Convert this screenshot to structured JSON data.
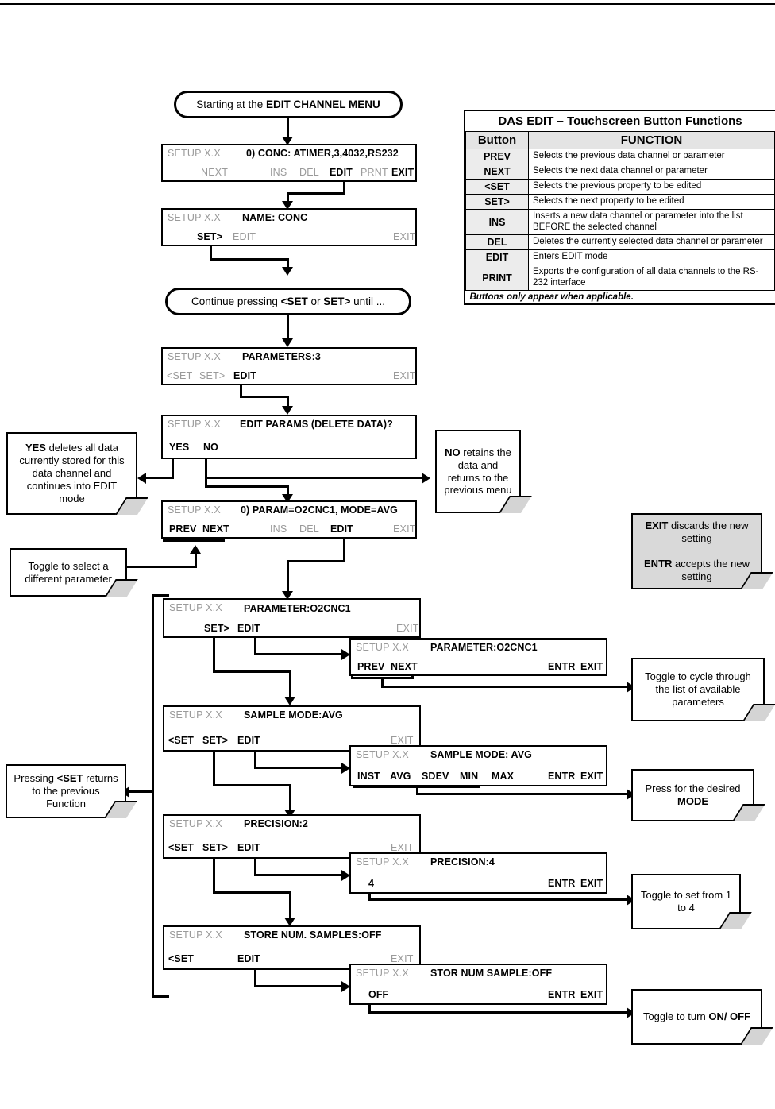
{
  "title_rule": true,
  "terminators": [
    {
      "id": "start",
      "text_pre": "Starting at the ",
      "text_bold": "EDIT CHANNEL MENU",
      "text_post": ""
    },
    {
      "id": "continue",
      "text_pre": "Continue pressing ",
      "text_bold": "<SET",
      "text_mid": " or ",
      "text_bold2": "SET>",
      "text_post": " until ..."
    }
  ],
  "screens": {
    "conc": {
      "setup_label": "SETUP X.X",
      "title": "0) CONC:  ATIMER,3,4032,RS232",
      "buttons": [
        {
          "label": "NEXT",
          "state": "gray"
        },
        {
          "label": "INS",
          "state": "gray"
        },
        {
          "label": "DEL",
          "state": "gray"
        },
        {
          "label": "EDIT",
          "state": "black"
        },
        {
          "label": "PRNT",
          "state": "gray"
        },
        {
          "label": "EXIT",
          "state": "black"
        }
      ]
    },
    "name": {
      "setup_label": "SETUP X.X",
      "title": "NAME: CONC",
      "buttons": [
        {
          "label": "SET>",
          "state": "black"
        },
        {
          "label": "EDIT",
          "state": "gray"
        },
        {
          "label": "EXIT",
          "state": "gray"
        }
      ]
    },
    "parameters": {
      "setup_label": "SETUP X.X",
      "title": "PARAMETERS:3",
      "buttons": [
        {
          "label": "<SET",
          "state": "gray"
        },
        {
          "label": "SET>",
          "state": "gray"
        },
        {
          "label": "EDIT",
          "state": "black"
        },
        {
          "label": "EXIT",
          "state": "gray"
        }
      ]
    },
    "edit_params": {
      "setup_label": "SETUP X.X",
      "title": "EDIT PARAMS (DELETE DATA)?",
      "buttons": [
        {
          "label": "YES",
          "state": "black"
        },
        {
          "label": "NO",
          "state": "black"
        }
      ]
    },
    "param_mode": {
      "setup_label": "SETUP X.X",
      "title": "0) PARAM=O2CNC1, MODE=AVG",
      "buttons": [
        {
          "label": "PREV",
          "state": "black"
        },
        {
          "label": "NEXT",
          "state": "black"
        },
        {
          "label": "INS",
          "state": "gray"
        },
        {
          "label": "DEL",
          "state": "gray"
        },
        {
          "label": "EDIT",
          "state": "black"
        },
        {
          "label": "EXIT",
          "state": "gray"
        }
      ]
    },
    "parameter": {
      "setup_label": "SETUP X.X",
      "title": "PARAMETER:O2CNC1",
      "buttons": [
        {
          "label": "SET>",
          "state": "black"
        },
        {
          "label": "EDIT",
          "state": "black"
        },
        {
          "label": "EXIT",
          "state": "gray"
        }
      ]
    },
    "parameter_edit": {
      "setup_label": "SETUP X.X",
      "title": "PARAMETER:O2CNC1",
      "buttons": [
        {
          "label": "PREV",
          "state": "black"
        },
        {
          "label": "NEXT",
          "state": "black"
        },
        {
          "label": "ENTR",
          "state": "black"
        },
        {
          "label": "EXIT",
          "state": "black"
        }
      ]
    },
    "sample_mode": {
      "setup_label": "SETUP X.X",
      "title": "SAMPLE MODE:AVG",
      "buttons": [
        {
          "label": "<SET",
          "state": "black"
        },
        {
          "label": "SET>",
          "state": "black"
        },
        {
          "label": "EDIT",
          "state": "black"
        },
        {
          "label": "EXIT",
          "state": "gray"
        }
      ]
    },
    "sample_mode_edit": {
      "setup_label": "SETUP X.X",
      "title": "SAMPLE MODE: AVG",
      "buttons": [
        {
          "label": "INST",
          "state": "black"
        },
        {
          "label": "AVG",
          "state": "black"
        },
        {
          "label": "SDEV",
          "state": "black"
        },
        {
          "label": "MIN",
          "state": "black"
        },
        {
          "label": "MAX",
          "state": "black"
        },
        {
          "label": "ENTR",
          "state": "black"
        },
        {
          "label": "EXIT",
          "state": "black"
        }
      ]
    },
    "precision": {
      "setup_label": "SETUP X.X",
      "title": "PRECISION:2",
      "buttons": [
        {
          "label": "<SET",
          "state": "black"
        },
        {
          "label": "SET>",
          "state": "black"
        },
        {
          "label": "EDIT",
          "state": "black"
        },
        {
          "label": "EXIT",
          "state": "gray"
        }
      ]
    },
    "precision_edit": {
      "setup_label": "SETUP X.X",
      "title": "PRECISION:4",
      "buttons": [
        {
          "label": "4",
          "state": "black"
        },
        {
          "label": "ENTR",
          "state": "black"
        },
        {
          "label": "EXIT",
          "state": "black"
        }
      ]
    },
    "store_num": {
      "setup_label": "SETUP X.X",
      "title": "STORE NUM. SAMPLES:OFF",
      "buttons": [
        {
          "label": "<SET",
          "state": "black"
        },
        {
          "label": "EDIT",
          "state": "black"
        },
        {
          "label": "EXIT",
          "state": "gray"
        }
      ]
    },
    "store_num_edit": {
      "setup_label": "SETUP X.X",
      "title": "STOR NUM SAMPLE:OFF",
      "buttons": [
        {
          "label": "OFF",
          "state": "black"
        },
        {
          "label": "ENTR",
          "state": "black"
        },
        {
          "label": "EXIT",
          "state": "black"
        }
      ]
    }
  },
  "notes": {
    "yes_note": {
      "bold": "YES",
      "rest": " deletes all data currently stored for this data channel and continues into EDIT mode"
    },
    "no_note": {
      "bold": "NO",
      "rest": " retains the data and returns to the previous menu"
    },
    "toggle_param": {
      "bold": "",
      "rest": "Toggle to select a different parameter"
    },
    "exit_entr": {
      "b1": "EXIT",
      "r1": " discards the new setting",
      "b2": "ENTR",
      "r2": " accepts the new setting"
    },
    "toggle_cycle": {
      "bold": "",
      "rest": "Toggle  to cycle through the list of available parameters"
    },
    "press_set": {
      "pre": "Pressing ",
      "bold": "<SET",
      "rest": " returns to the previous Function"
    },
    "press_mode": {
      "pre": "Press  for the desired ",
      "bold": "MODE",
      "rest": ""
    },
    "toggle_1to4": {
      "bold": "",
      "rest": "Toggle  to set from 1 to 4"
    },
    "toggle_onoff": {
      "pre": "Toggle to turn ",
      "bold": "ON/ OFF",
      "rest": ""
    }
  },
  "table": {
    "caption": "DAS EDIT – Touchscreen Button Functions",
    "headers": [
      "Button",
      "FUNCTION"
    ],
    "rows": [
      {
        "button": "PREV",
        "function": "Selects the previous data channel or parameter"
      },
      {
        "button": "NEXT",
        "function": "Selects the next data channel or parameter"
      },
      {
        "button": "<SET",
        "function": "Selects the previous property to be edited"
      },
      {
        "button": "SET>",
        "function": "Selects the next property to be edited"
      },
      {
        "button": "INS",
        "function": "Inserts a new data channel or parameter into the list BEFORE the selected channel"
      },
      {
        "button": "DEL",
        "function": "Deletes the currently selected data channel or parameter"
      },
      {
        "button": "EDIT",
        "function": "Enters EDIT mode"
      },
      {
        "button": "PRINT",
        "function": "Exports the configuration of all data channels to the RS-232 interface"
      }
    ],
    "footnote": "Buttons only appear when applicable."
  },
  "colors": {
    "line": "#000000",
    "gray_text": "#9a9a9a",
    "shaded_note": "#d9d9d9",
    "fold": "#d4d4d4"
  }
}
